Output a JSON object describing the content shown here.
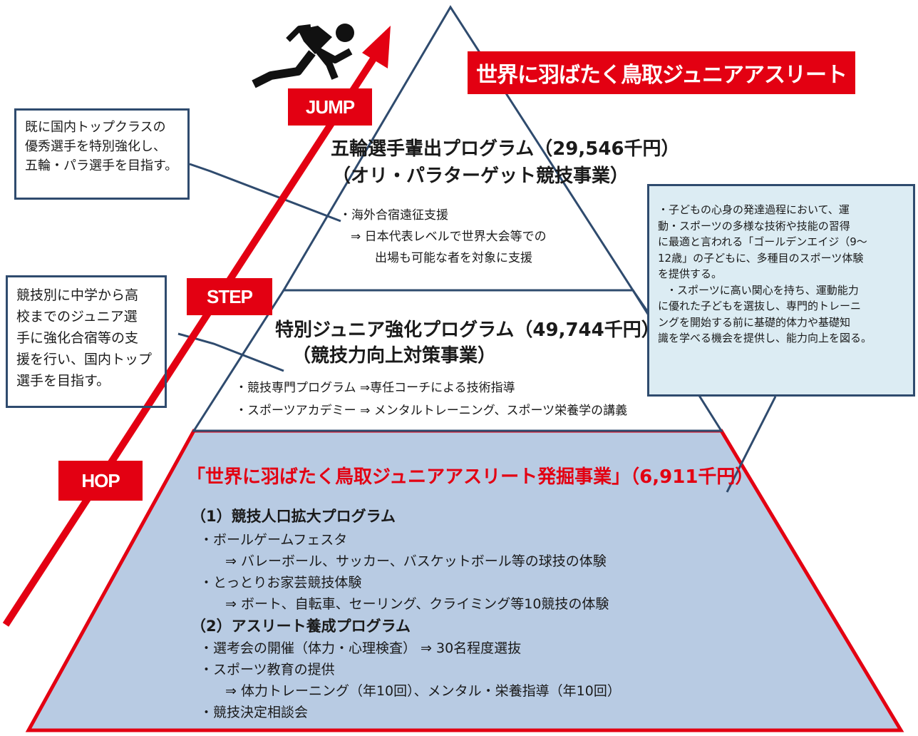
{
  "colors": {
    "accent_red": "#e30012",
    "pyramid_outline": "#2f4b6e",
    "base_fill": "#b8cbe3",
    "callout_fill": "#dcecf3"
  },
  "icons": {
    "runner": "runner-icon",
    "arrow": "rising-arrow"
  },
  "title": "世界に羽ばたく鳥取ジュニアアスリート",
  "labels": {
    "jump": "JUMP",
    "step": "STEP",
    "hop": "HOP"
  },
  "top_level": {
    "title_line1": "五輪選手輩出プログラム（29,546千円）",
    "title_line2": "（オリ・パラターゲット競技事業）",
    "item1": "・海外合宿遠征支援",
    "item2": "⇒ 日本代表レベルで世界大会等での",
    "item3": "出場も可能な者を対象に支援"
  },
  "middle_level": {
    "title_line1": "特別ジュニア強化プログラム（49,744千円）",
    "title_line2": "（競技力向上対策事業）",
    "item1": "・競技専門プログラム ⇒専任コーチによる技術指導",
    "item2": "・スポーツアカデミー ⇒ メンタルトレーニング、スポーツ栄養学の講義"
  },
  "base_level": {
    "title": "「世界に羽ばたく鳥取ジュニアアスリート発掘事業」（6,911千円）",
    "sub1": "（1）競技人口拡大プログラム",
    "sub1_item1": "・ボールゲームフェスタ",
    "sub1_item2": "⇒ バレーボール、サッカー、バスケットボール等の球技の体験",
    "sub1_item3": "・とっとりお家芸競技体験",
    "sub1_item4": "⇒ ボート、自転車、セーリング、クライミング等10競技の体験",
    "sub2": "（2）アスリート養成プログラム",
    "sub2_item1": "・選考会の開催（体力・心理検査） ⇒ 30名程度選抜",
    "sub2_item2": "・スポーツ教育の提供",
    "sub2_item3": "⇒ 体力トレーニング（年10回）、メンタル・栄養指導（年10回）",
    "sub2_item4": "・競技決定相談会"
  },
  "callouts": {
    "top_left": {
      "line1": "既に国内トップクラスの",
      "line2": "優秀選手を特別強化し、",
      "line3": "五輪・パラ選手を目指す。"
    },
    "mid_left": {
      "line1": "競技別に中学から高",
      "line2": "校までのジュニア選",
      "line3": "手に強化合宿等の支",
      "line4": "援を行い、国内トップ",
      "line5": "選手を目指す。"
    },
    "right": {
      "line1": "・子どもの心身の発達過程において、運",
      "line2": "動・スポーツの多様な技術や技能の習得",
      "line3": "に最適と言われる「ゴールデンエイジ（9～",
      "line4": "12歳」の子どもに、多種目のスポーツ体験",
      "line5": "を提供する。",
      "line6": "・スポーツに高い関心を持ち、運動能力",
      "line7": "に優れた子どもを選抜し、専門的トレーニ",
      "line8": "ングを開始する前に基礎的体力や基礎知",
      "line9": "識を学べる機会を提供し、能力向上を図る。"
    }
  }
}
